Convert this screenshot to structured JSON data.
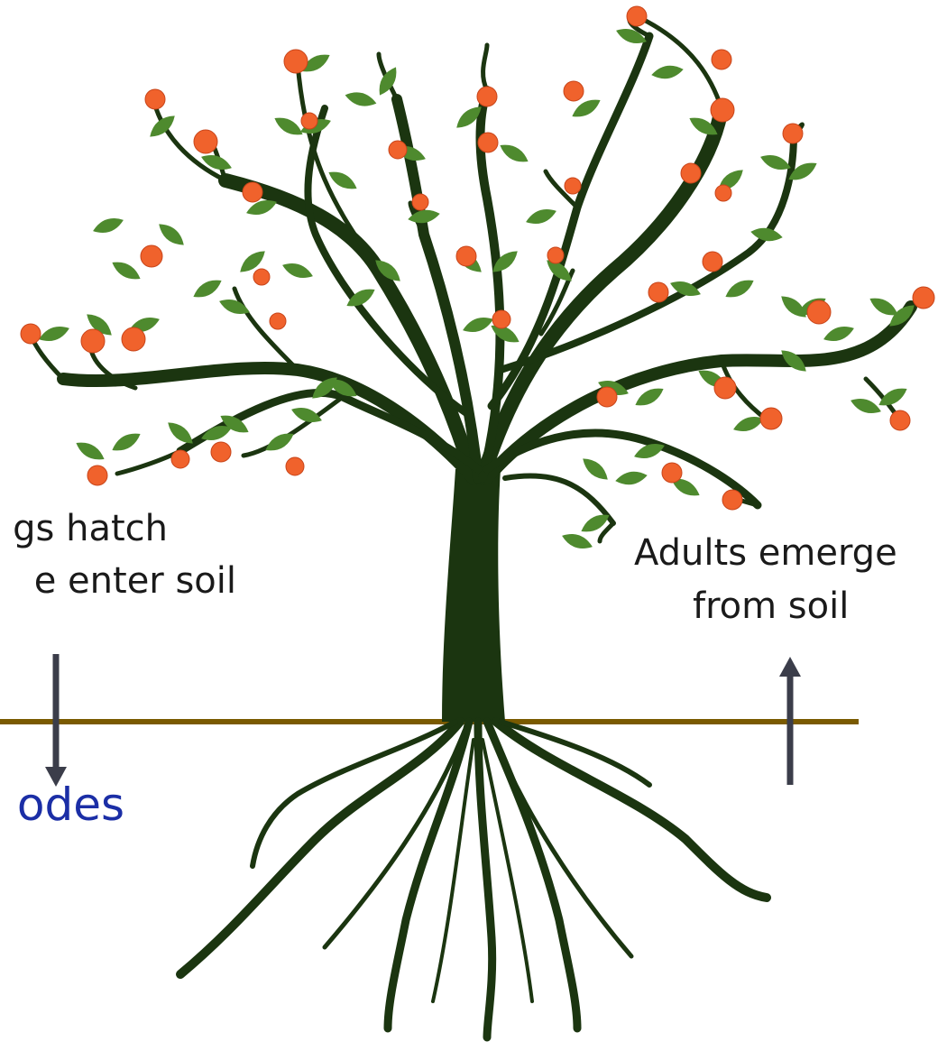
{
  "labels": {
    "left_line1": "gs hatch",
    "left_line2": "e enter soil",
    "right_line1": "Adults emerge",
    "right_line2": "from soil",
    "nematodes": "odes"
  },
  "colors": {
    "tree": "#1b3510",
    "leaf": "#4e8a2e",
    "fruit": "#f0622c",
    "soil_line": "#7a5a00",
    "arrow": "#3b3d4a",
    "nematodes_text": "#1b2ea6"
  },
  "icons": [
    "tree-illustration",
    "down-arrow-icon",
    "up-arrow-icon"
  ]
}
